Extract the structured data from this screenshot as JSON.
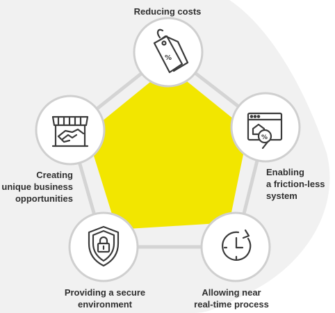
{
  "colors": {
    "accent": "#f2e600",
    "circle_stroke": "#cfcfcf",
    "pentagon_stroke": "#d4d4d4",
    "background_blob": "#f1f1f1",
    "icon_stroke": "#3a3a3a",
    "text": "#2f2f2f"
  },
  "nodes": [
    {
      "icon": "price-tag-icon",
      "lines": [
        "Reducing costs"
      ]
    },
    {
      "icon": "web-discount-icon",
      "lines": [
        "Enabling",
        "a friction-less",
        "system"
      ]
    },
    {
      "icon": "clock-refresh-icon",
      "lines": [
        "Allowing near",
        "real-time process"
      ]
    },
    {
      "icon": "shield-lock-icon",
      "lines": [
        "Providing a secure",
        "environment"
      ]
    },
    {
      "icon": "handshake-store-icon",
      "lines": [
        "Creating",
        "unique business",
        "opportunities"
      ]
    }
  ]
}
